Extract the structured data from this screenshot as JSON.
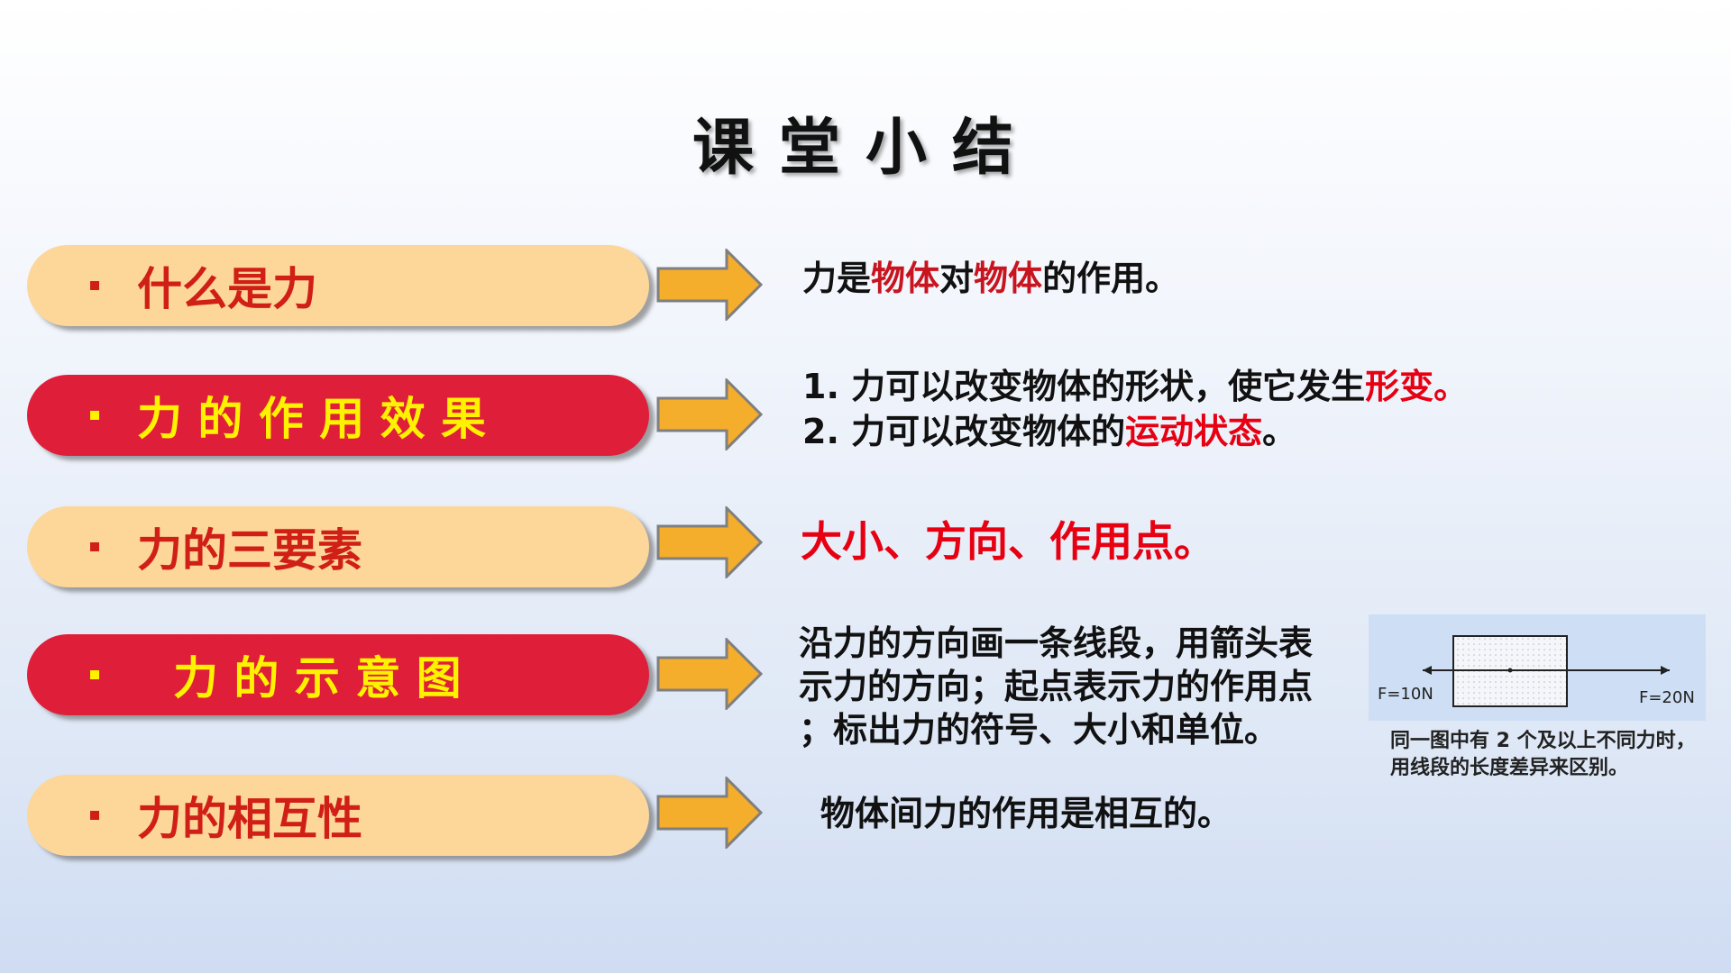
{
  "title": "课堂小结",
  "rows": [
    {
      "label": "什么是力",
      "style": "light"
    },
    {
      "label": "力 的 作 用 效 果",
      "style": "red"
    },
    {
      "label": "力的三要素",
      "style": "light"
    },
    {
      "label": "力 的 示 意 图",
      "style": "red"
    },
    {
      "label": "力的相互性",
      "style": "light"
    }
  ],
  "row1": {
    "p1": "力是",
    "h1": "物体",
    "p2": "对",
    "h2": "物体",
    "p3": "的作用。"
  },
  "row2": {
    "line1": {
      "text": "1. 力可以改变物体的形状，使它发生",
      "hl": "形变。"
    },
    "line2": {
      "text": "2. 力可以改变物体的",
      "hl": "运动状态",
      "end": "。"
    }
  },
  "row3": {
    "text": "大小、方向、作用点。"
  },
  "row4": {
    "line1": "沿力的方向画一条线段，用箭头表",
    "line2": "示力的方向；起点表示力的作用点",
    "line3": "；标出力的符号、大小和单位。"
  },
  "row5": {
    "text": "物体间力的作用是相互的。"
  },
  "diagram": {
    "left_force": "F=10N",
    "right_force": "F=20N",
    "note": "同一图中有 2 个及以上不同力时，用线段的长度差异来区别。"
  },
  "colors": {
    "pill_light": "#fdd699",
    "pill_red": "#df1f3a",
    "text_red": "#e60012",
    "text_yellow": "#fff200",
    "arrow": "#f5ad2c"
  }
}
